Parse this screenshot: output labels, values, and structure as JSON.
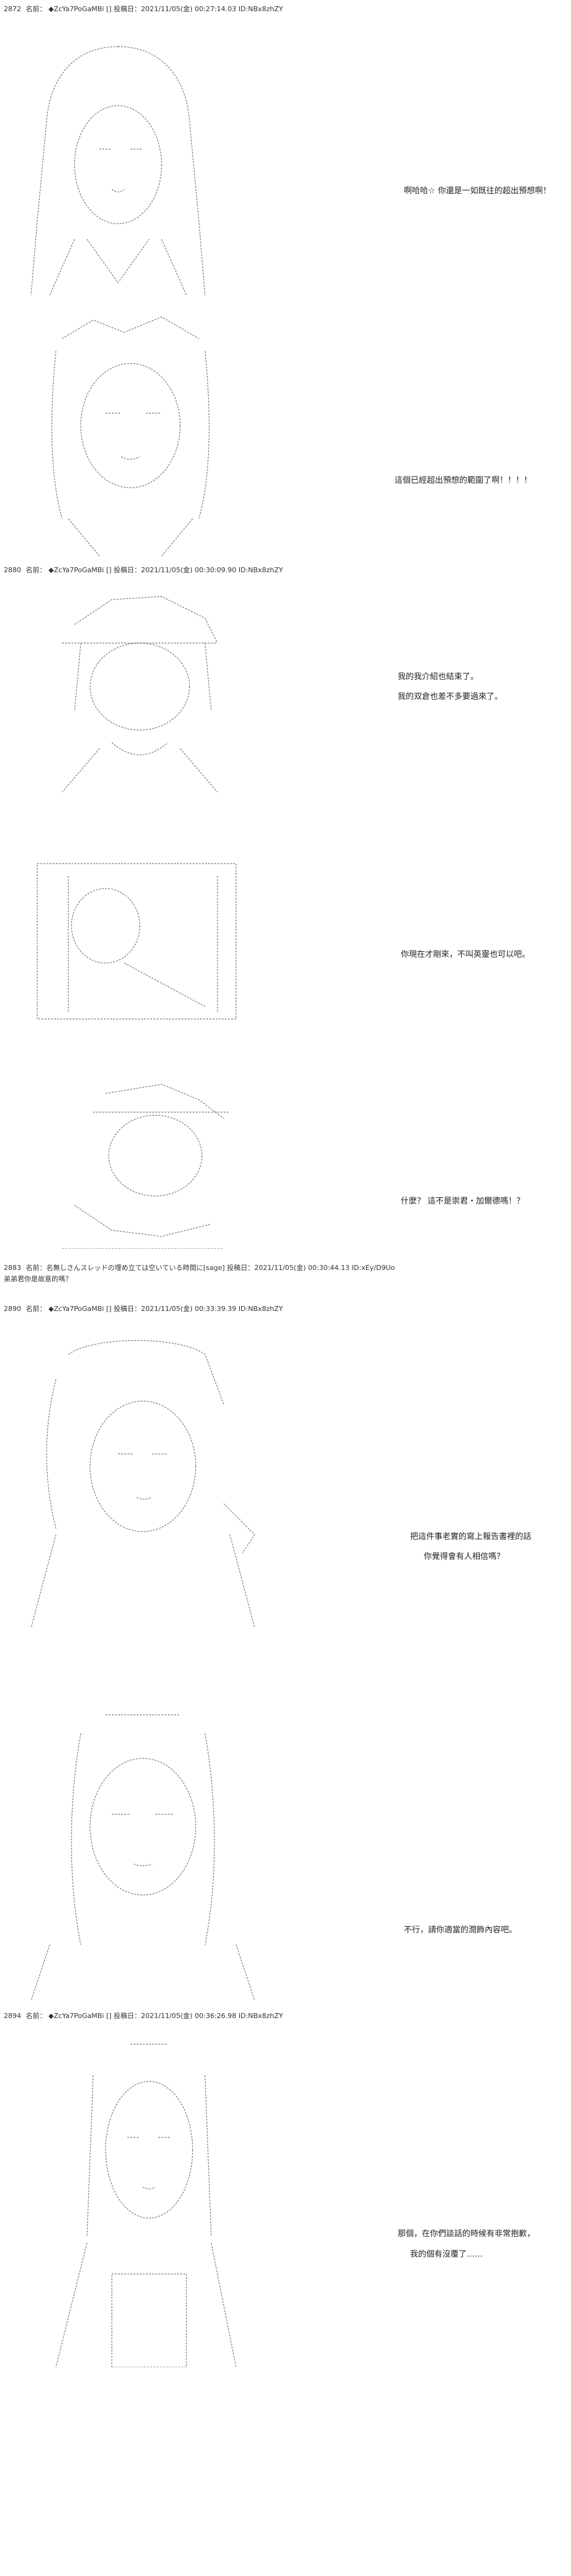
{
  "posts": [
    {
      "number": "2872",
      "name_label": "名前：",
      "trip": "◆ZcYa7PoGaMBi",
      "bracket": "[]",
      "date_label": "投稿日：",
      "date": "2021/11/05(金) 00:27:14.03",
      "id": "ID:NBx8zhZY"
    },
    {
      "number": "2880",
      "name_label": "名前：",
      "trip": "◆ZcYa7PoGaMBi",
      "bracket": "[]",
      "date_label": "投稿日：",
      "date": "2021/11/05(金) 00:30:09.90",
      "id": "ID:NBx8zhZY"
    },
    {
      "number": "2883",
      "name_label": "名前：",
      "trip": "名無しさんスレッドの埋め立ては空いている時間に[sage]",
      "bracket": "",
      "date_label": "投稿日：",
      "date": "2021/11/05(金) 00:30:44.13",
      "id": "ID:xEy/D9Uo"
    },
    {
      "number": "2890",
      "name_label": "名前：",
      "trip": "◆ZcYa7PoGaMBi",
      "bracket": "[]",
      "date_label": "投稿日：",
      "date": "2021/11/05(金) 00:33:39.39",
      "id": "ID:NBx8zhZY"
    },
    {
      "number": "2894",
      "name_label": "名前：",
      "trip": "◆ZcYa7PoGaMBi",
      "bracket": "[]",
      "date_label": "投稿日：",
      "date": "2021/11/05(金) 00:36:26.98",
      "id": "ID:NBx8zhZY"
    }
  ],
  "comment": "弟弟君你是故意的嗎？",
  "dialogue": [
    "啊哈哈☆ 你還是一如既往的超出預想啊！",
    "這個已經超出預想的範圍了啊！！！！",
    "我的我介紹也結束了。",
    "我的双倉也差不多要過來了。",
    "你現在才剛來，不叫英靈也可以吧。",
    "什麼？ 這不是崇君・加爾德嗎！？",
    "把這件事老實的寫上報告書裡的話",
    "你覺得會有人相信嗎？",
    "不行，請你適當的潤飾內容吧。",
    "那個，在你們談話的時候有非常抱歉，",
    "我的個有沒覆了……"
  ]
}
